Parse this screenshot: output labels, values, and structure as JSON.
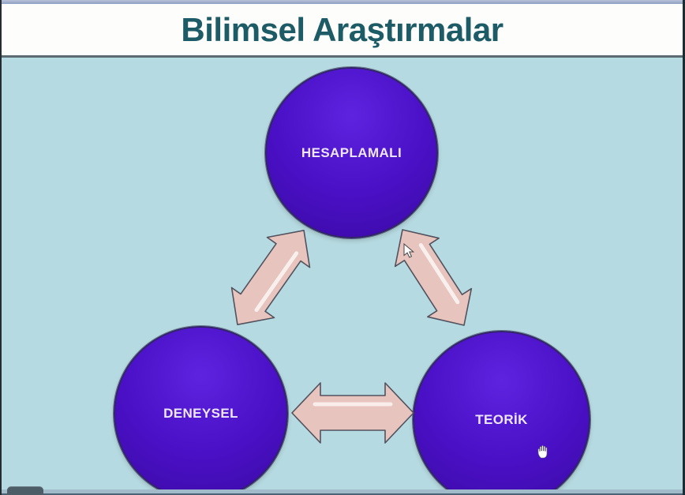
{
  "slide": {
    "title": "Bilimsel Araştırmalar"
  },
  "diagram": {
    "nodes": [
      {
        "id": "hesaplamali",
        "label": "HESAPLAMALI"
      },
      {
        "id": "deneysel",
        "label": "DENEYSEL"
      },
      {
        "id": "teorik",
        "label": "TEORİK"
      }
    ],
    "connections": [
      {
        "from": "hesaplamali",
        "to": "deneysel",
        "style": "double-headed-arrow"
      },
      {
        "from": "hesaplamali",
        "to": "teorik",
        "style": "double-headed-arrow"
      },
      {
        "from": "deneysel",
        "to": "teorik",
        "style": "double-headed-arrow"
      }
    ]
  },
  "cursors": [
    {
      "name": "pointer-cursor"
    },
    {
      "name": "hand-cursor"
    }
  ],
  "colors": {
    "title_text": "#1d5b66",
    "header_bg": "#fdfdfb",
    "canvas_bg": "#b6dae1",
    "circle_fill": "#4a10c6",
    "circle_edge": "#32246a",
    "node_text": "#eee6fb",
    "arrow_fill": "#e7c4bd",
    "arrow_outline": "#52525e",
    "top_strip": "#8e9ec2",
    "bottom_strip": "#a2bbca",
    "corner_button": "#4d5d68"
  }
}
